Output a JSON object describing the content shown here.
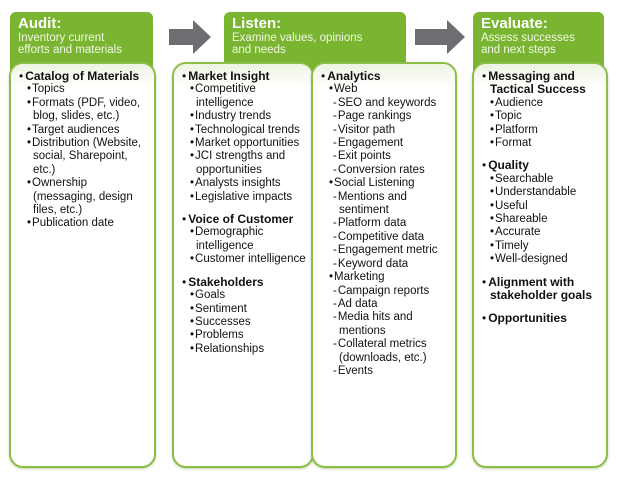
{
  "colors": {
    "header_green": "#79b530",
    "border_green": "#8cbf47",
    "arrow_gray": "#6d6e71"
  },
  "stages": {
    "audit": {
      "title": "Audit:",
      "subtitle_lines": [
        "Inventory current",
        "efforts and materials"
      ],
      "groups": [
        {
          "title": "Catalog of Materials",
          "items": [
            "Topics",
            "Formats (PDF, video, blog, slides, etc.)",
            "Target audiences",
            "Distribution (Website, social, Sharepoint, etc.)",
            "Ownership (messaging, design files, etc.)",
            "Publication date"
          ]
        }
      ]
    },
    "listen": {
      "title": "Listen:",
      "subtitle_lines": [
        "Examine values, opinions",
        "and needs"
      ],
      "left_groups": [
        {
          "title": "Market Insight",
          "items": [
            "Competitive intelligence",
            "Industry trends",
            "Technological trends",
            "Market opportunities",
            "JCI strengths and opportunities",
            "Analysts insights",
            "Legislative impacts"
          ]
        },
        {
          "title": "Voice of Customer",
          "items": [
            "Demographic intelligence",
            "Customer intelligence"
          ]
        },
        {
          "title": "Stakeholders",
          "items": [
            "Goals",
            "Sentiment",
            "Successes",
            "Problems",
            "Relationships"
          ]
        }
      ],
      "right_groups": [
        {
          "title": "Analytics",
          "sections": [
            {
              "label": "Web",
              "subs": [
                "SEO and keywords",
                "Page rankings",
                "Visitor path",
                "Engagement",
                "Exit points",
                "Conversion rates"
              ]
            },
            {
              "label": "Social Listening",
              "subs": [
                "Mentions and sentiment",
                "Platform data",
                "Competitive data",
                "Engagement metric",
                "Keyword data"
              ]
            },
            {
              "label": "Marketing",
              "subs": [
                "Campaign reports",
                "Ad data",
                "Media hits and mentions",
                "Collateral metrics (downloads, etc.)",
                "Events"
              ]
            }
          ]
        }
      ]
    },
    "evaluate": {
      "title": "Evaluate:",
      "subtitle_lines": [
        "Assess successes",
        "and next steps"
      ],
      "groups": [
        {
          "title": "Messaging and Tactical Success",
          "items": [
            "Audience",
            "Topic",
            "Platform",
            "Format"
          ]
        },
        {
          "title": "Quality",
          "items": [
            "Searchable",
            "Understandable",
            "Useful",
            "Shareable",
            "Accurate",
            "Timely",
            "Well-designed"
          ]
        },
        {
          "title": "Alignment with stakeholder goals",
          "items": []
        },
        {
          "title": "Opportunities",
          "items": []
        }
      ]
    }
  },
  "arrows": [
    {
      "name": "arrow-right-icon",
      "from": "Audit",
      "to": "Listen"
    },
    {
      "name": "arrow-right-icon",
      "from": "Listen",
      "to": "Evaluate"
    }
  ]
}
